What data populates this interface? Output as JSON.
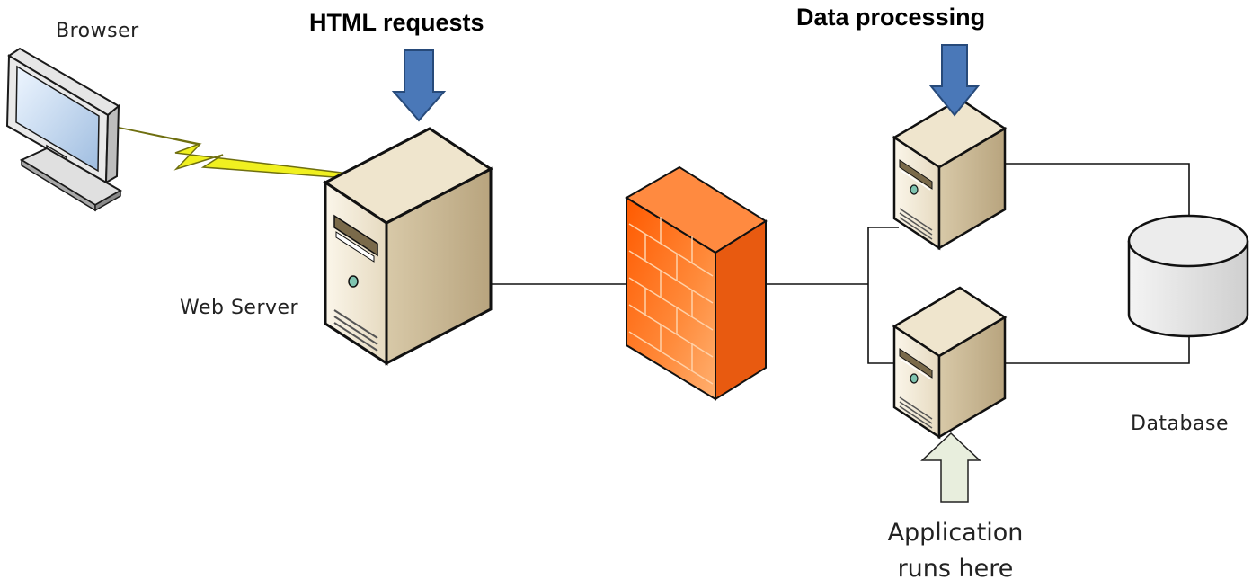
{
  "labels": {
    "browser": "Browser",
    "web_server": "Web Server",
    "html_requests": "HTML requests",
    "data_processing": "Data processing",
    "database": "Database",
    "application_line1": "Application",
    "application_line2": "runs here"
  },
  "colors": {
    "server_body": "#f3ead6",
    "server_side": "#c9b894",
    "firewall": "#ff7a1f",
    "arrow_blue": "#4a78b8",
    "arrow_pale": "#e8eedd",
    "lightning": "#f0f020",
    "database": "#e8e8e8"
  }
}
